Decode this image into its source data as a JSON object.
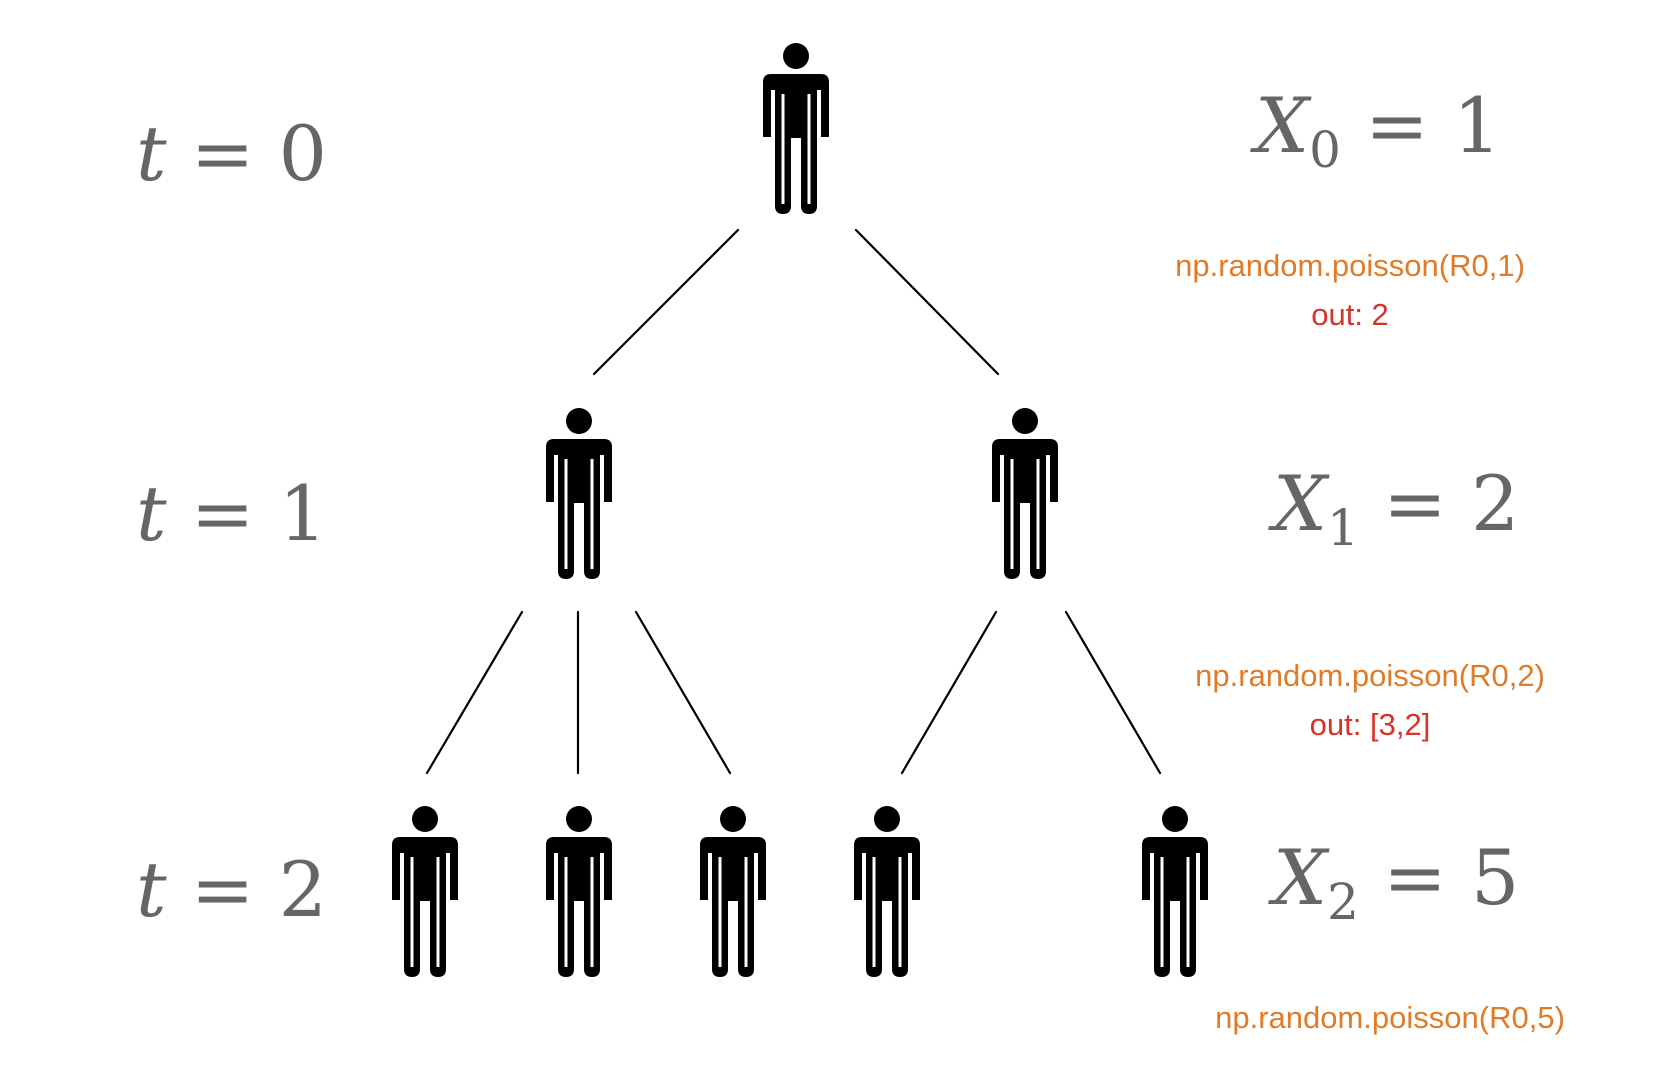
{
  "generations": [
    {
      "time_var": "t",
      "equals": "=",
      "time_value": "0",
      "count_var": "X",
      "count_sub": "0",
      "count_value": "1"
    },
    {
      "time_var": "t",
      "equals": "=",
      "time_value": "1",
      "count_var": "X",
      "count_sub": "1",
      "count_value": "2"
    },
    {
      "time_var": "t",
      "equals": "=",
      "time_value": "2",
      "count_var": "X",
      "count_sub": "2",
      "count_value": "5"
    }
  ],
  "annotations": [
    {
      "call": "np.random.poisson(R0,1)",
      "out": "out: 2"
    },
    {
      "call": "np.random.poisson(R0,2)",
      "out": "out: [3,2]"
    },
    {
      "call": "np.random.poisson(R0,5)",
      "out": ""
    }
  ],
  "tree": {
    "node_icon": "person-icon",
    "levels": [
      1,
      2,
      5
    ],
    "children_per_parent": [
      [
        2
      ],
      [
        3,
        2
      ]
    ]
  },
  "colors": {
    "label_gray": "#666666",
    "code_orange": "#e07b29",
    "output_red": "#d8322a",
    "person_black": "#000000"
  }
}
